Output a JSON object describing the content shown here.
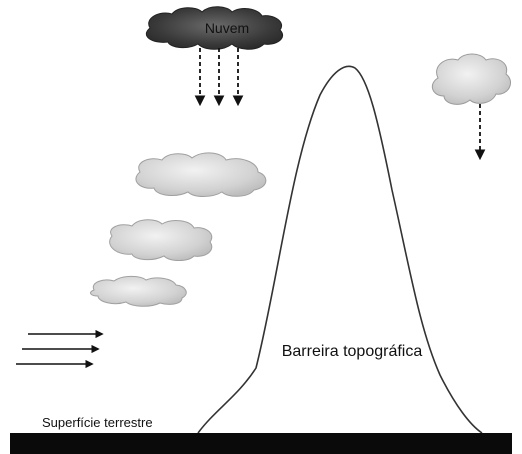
{
  "labels": {
    "cloud": "Nuvem",
    "barrier": "Barreira topográfica",
    "surface": "Superfície terrestre"
  },
  "colors": {
    "background": "#ffffff",
    "ground": "#0a0a0a",
    "storm_cloud": "#3a3a3a",
    "light_cloud": "#d4d4d4",
    "outline": "#222222"
  }
}
